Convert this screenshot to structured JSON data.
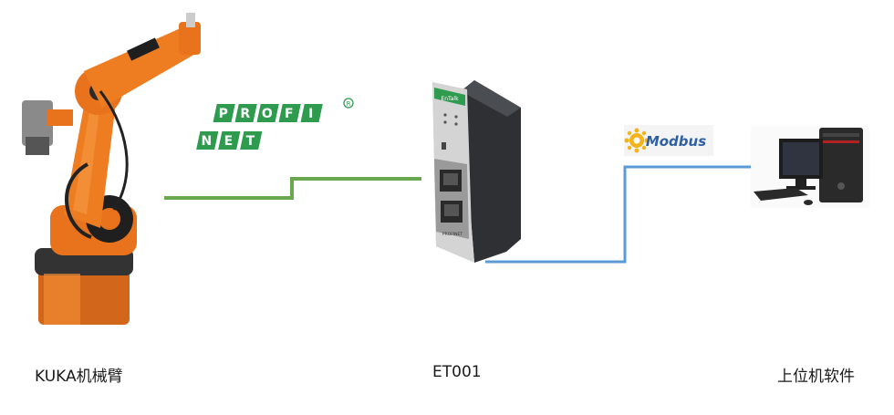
{
  "nodes": {
    "robot": {
      "label": "KUKA机械臂"
    },
    "gateway": {
      "label": "ET001",
      "brand_text": "EnTalk",
      "port_text": "PROFINET"
    },
    "pc": {
      "label": "上位机软件"
    }
  },
  "logos": {
    "profinet": {
      "text": "PROFINET",
      "color": "#2e9b4e"
    },
    "modbus": {
      "text": "Modbus",
      "color": "#2d5fa6"
    }
  },
  "links": {
    "robot_to_gateway": {
      "color": "#6aa84f"
    },
    "gateway_to_pc": {
      "color": "#5b9bd5"
    }
  },
  "colors": {
    "robot_orange": "#e8731c",
    "gateway_body": "#3c3f44"
  }
}
